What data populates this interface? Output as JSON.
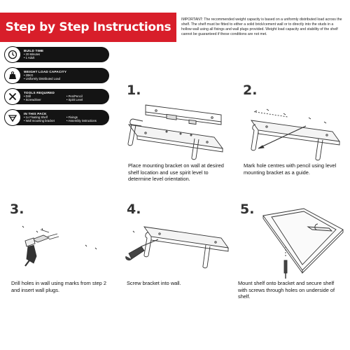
{
  "header": {
    "title": "Step by Step Instructions",
    "notice": "IMPORTANT: The recommended weight capacity is based on a uniformly distributed load across the shelf. The shelf must be fitted to either a solid brick/cement wall or to directly into the studs in a hollow wall using all fixings and wall plugs provided. Weight load capacity and stability of the shelf cannot be guaranteed if these conditions are not met."
  },
  "info": [
    {
      "icon": "clock-icon",
      "title": "Build Time",
      "lines": [
        "• 20 Minutes",
        "• 1 Adult"
      ]
    },
    {
      "icon": "weight-icon",
      "title": "Weight Load Capacity",
      "lines": [
        "• 20KG",
        "• Uniformly Distributed Load"
      ]
    },
    {
      "icon": "tools-icon",
      "title": "Tools Required",
      "cols": [
        [
          "• Drill",
          "• Screwdriver"
        ],
        [
          "• Pen/Pencil",
          "• Spirit Level"
        ]
      ]
    },
    {
      "icon": "box-icon",
      "title": "In This Pack",
      "cols": [
        [
          "• 1x Floating Shelf",
          "• Wall mounting bracket"
        ],
        [
          "• Fixings",
          "• Assembly instructions"
        ]
      ]
    }
  ],
  "steps": [
    {
      "number": "1.",
      "text": "Place mounting bracket on wall at desired shelf location and use spirit level to determine level orientation."
    },
    {
      "number": "2.",
      "text": "Mark hole centres with pencil using level mounting bracket as a guide."
    },
    {
      "number": "3.",
      "text": "Drill holes in wall using marks from step 2 and insert wall plugs."
    },
    {
      "number": "4.",
      "text": "Screw bracket into wall."
    },
    {
      "number": "5.",
      "text": "Mount shelf onto bracket and secure shelf with screws through holes on underside of shelf."
    }
  ]
}
